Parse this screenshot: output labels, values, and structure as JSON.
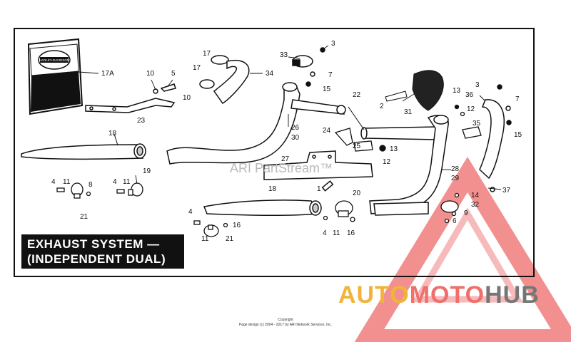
{
  "watermark": "ARI PartStream™",
  "title": {
    "line1": "EXHAUST SYSTEM —",
    "line2": "(INDEPENDENT DUAL)"
  },
  "footer": {
    "line1": "Copyright",
    "line2": "Page design (c) 2004 - 2017 by ARI Network Services, Inc."
  },
  "brand": {
    "part1": "AUTO",
    "part2": "MOTO",
    "part3": "HUB"
  },
  "logo_text": "HARLEY-DAVIDSON",
  "callouts": [
    {
      "id": "c17a",
      "text": "17A"
    },
    {
      "id": "c10a",
      "text": "10"
    },
    {
      "id": "c5",
      "text": "5"
    },
    {
      "id": "c10b",
      "text": "10"
    },
    {
      "id": "c23",
      "text": "23"
    },
    {
      "id": "c18a",
      "text": "18"
    },
    {
      "id": "c4a",
      "text": "4"
    },
    {
      "id": "c11a",
      "text": "11"
    },
    {
      "id": "c8",
      "text": "8"
    },
    {
      "id": "c21a",
      "text": "21"
    },
    {
      "id": "c4b",
      "text": "4"
    },
    {
      "id": "c11b",
      "text": "11"
    },
    {
      "id": "c19",
      "text": "19"
    },
    {
      "id": "c17b",
      "text": "17"
    },
    {
      "id": "c17c",
      "text": "17"
    },
    {
      "id": "c34",
      "text": "34"
    },
    {
      "id": "c33",
      "text": "33"
    },
    {
      "id": "c3a",
      "text": "3"
    },
    {
      "id": "c7a",
      "text": "7"
    },
    {
      "id": "c15a",
      "text": "15"
    },
    {
      "id": "c22",
      "text": "22"
    },
    {
      "id": "c26",
      "text": "26"
    },
    {
      "id": "c30",
      "text": "30"
    },
    {
      "id": "c24",
      "text": "24"
    },
    {
      "id": "c25",
      "text": "25"
    },
    {
      "id": "c27",
      "text": "27"
    },
    {
      "id": "c13a",
      "text": "13"
    },
    {
      "id": "c12a",
      "text": "12"
    },
    {
      "id": "c1",
      "text": "1"
    },
    {
      "id": "c18b",
      "text": "18"
    },
    {
      "id": "c20",
      "text": "20"
    },
    {
      "id": "c4c",
      "text": "4"
    },
    {
      "id": "c16a",
      "text": "16"
    },
    {
      "id": "c11c",
      "text": "11"
    },
    {
      "id": "c21b",
      "text": "21"
    },
    {
      "id": "c4d",
      "text": "4"
    },
    {
      "id": "c11d",
      "text": "11"
    },
    {
      "id": "c16b",
      "text": "16"
    },
    {
      "id": "c2",
      "text": "2"
    },
    {
      "id": "c31",
      "text": "31"
    },
    {
      "id": "c13b",
      "text": "13"
    },
    {
      "id": "c12b",
      "text": "12"
    },
    {
      "id": "c36",
      "text": "36"
    },
    {
      "id": "c3b",
      "text": "3"
    },
    {
      "id": "c7b",
      "text": "7"
    },
    {
      "id": "c15b",
      "text": "15"
    },
    {
      "id": "c35",
      "text": "35"
    },
    {
      "id": "c28",
      "text": "28"
    },
    {
      "id": "c29",
      "text": "29"
    },
    {
      "id": "c37",
      "text": "37"
    },
    {
      "id": "c14",
      "text": "14"
    },
    {
      "id": "c32",
      "text": "32"
    },
    {
      "id": "c9",
      "text": "9"
    },
    {
      "id": "c6",
      "text": "6"
    }
  ]
}
